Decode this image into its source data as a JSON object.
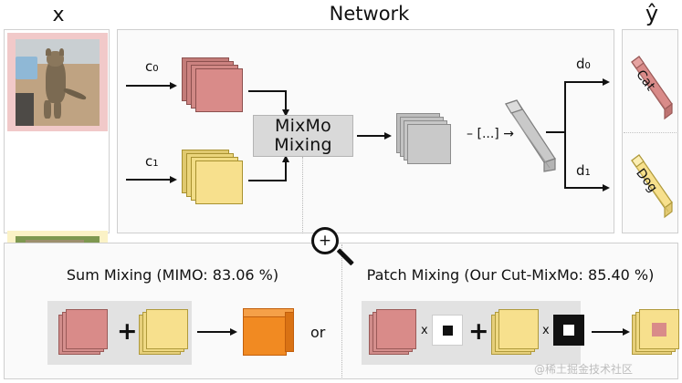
{
  "labels": {
    "input": "x",
    "network": "Network",
    "output": "ŷ",
    "c0": "c",
    "c0_sub": "0",
    "c1": "c",
    "c1_sub": "1",
    "d0": "d",
    "d0_sub": "0",
    "d1": "d",
    "d1_sub": "1",
    "mix_line1": "MixMo",
    "mix_line2": "Mixing",
    "ellipsis": "– [...] →",
    "class_cat": "Cat",
    "class_dog": "Dog"
  },
  "bottom": {
    "left_title": "Sum Mixing (MIMO: 83.06 %)",
    "right_title": "Patch Mixing (Our Cut-MixMo: 85.40 %)",
    "or": "or",
    "times_left": "x",
    "times_right": "x",
    "plus_left": "+",
    "plus_right": "+",
    "zoom_icon": "+",
    "watermark": "@稀土掘金技术社区"
  },
  "colors": {
    "red_face": "#d98b89",
    "red_edge": "#9a5a58",
    "yellow_face": "#f7e08d",
    "yellow_edge": "#b09a3c",
    "orange_face": "#f18a22",
    "orange_edge": "#c25f0c",
    "gray_face": "#c9c9c9",
    "gray_edge": "#8c8c8c",
    "cat_border": "#f1c9c9",
    "dog_border": "#fbf2c6",
    "panel_bg": "#fafafa",
    "panel_border": "#cfcfcf",
    "mixbox_bg": "#d9d9d9",
    "inner_bg": "#e2e2e2"
  },
  "accuracy": {
    "mimo": "83.06",
    "cut_mixmo": "85.40"
  }
}
